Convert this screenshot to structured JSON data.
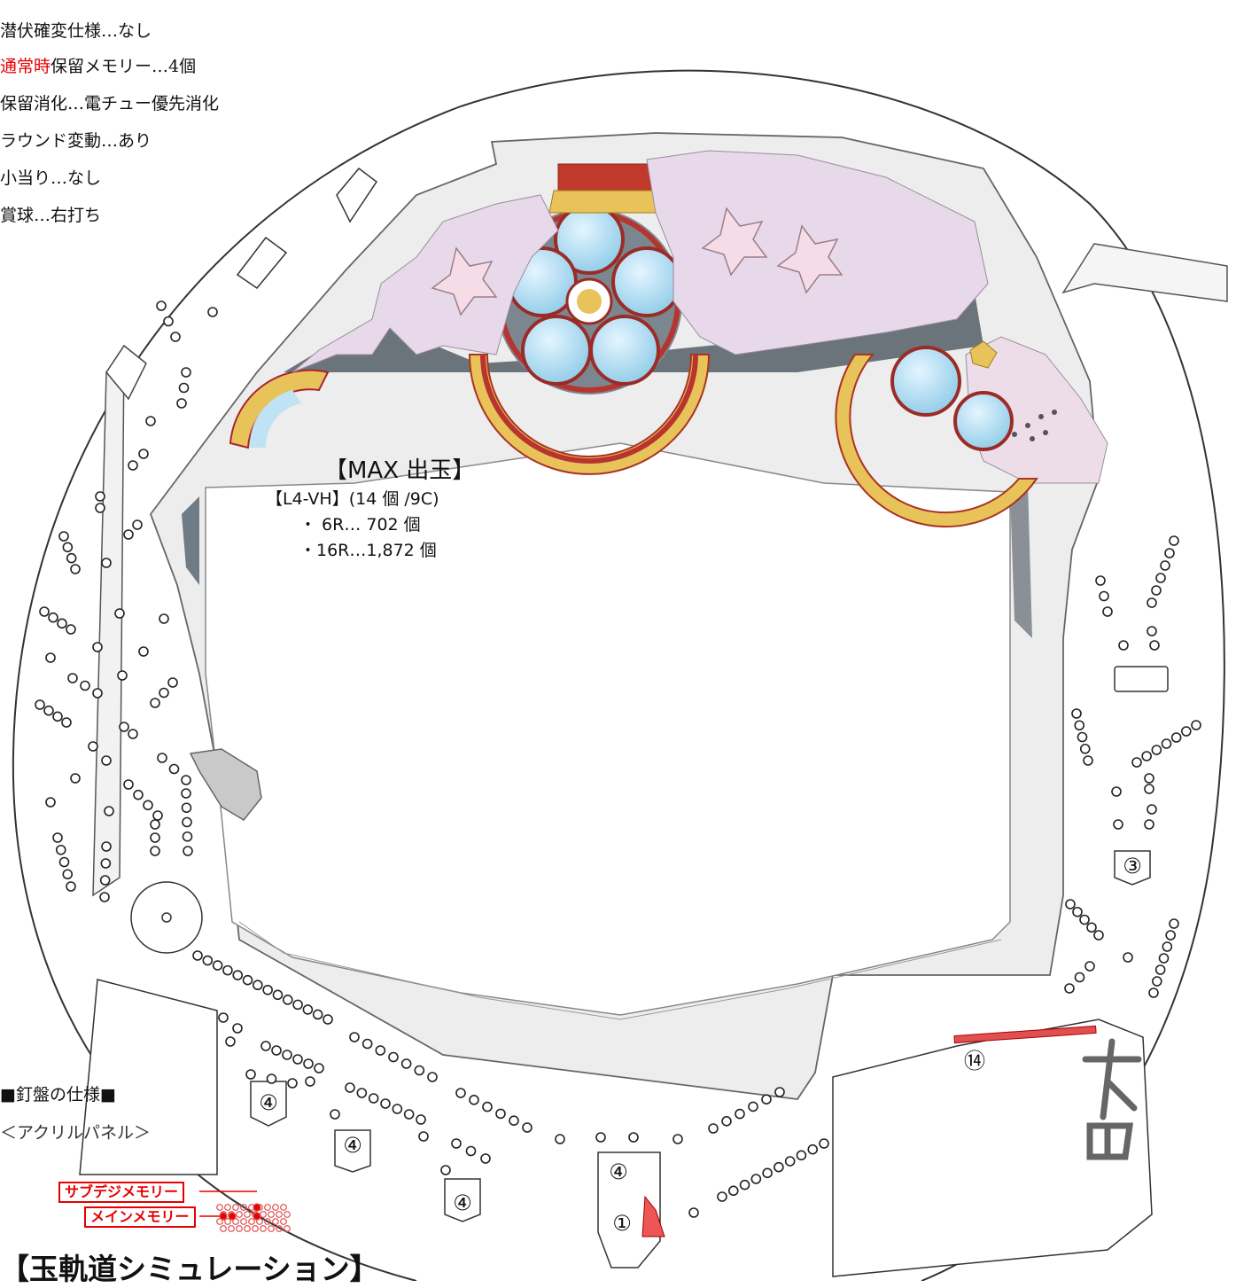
{
  "specs": {
    "line0_prefix": "",
    "line0_value": "",
    "line1": "潜伏確変仕様…なし",
    "line2_red": "通常時",
    "line2_rest": "保留メモリー…4個",
    "line3": "保留消化…電チュー優先消化",
    "line4": "ラウンド変動…あり",
    "line5": "小当り…なし",
    "line6": "賞球…右打ち"
  },
  "max_output": {
    "title": "【MAX 出玉】",
    "line1": "【L4-VH】(14 個 /9C)",
    "line2": "・ 6R…  702 個",
    "line3": "・16R…1,872 個"
  },
  "panel": {
    "title": "■釘盤の仕様■",
    "subtitle": "＜アクリルパネル＞"
  },
  "memory": {
    "sub": "サブデジメモリー",
    "main": "メインメモリー"
  },
  "simulation_title": "【玉軌道シミュレーション】",
  "pocket_labels": [
    "④",
    "④",
    "④",
    "④",
    "①",
    "③",
    "⑭"
  ],
  "colors": {
    "sakura": "#e8d9ea",
    "glass": "#bfe3f5",
    "gold": "#e8c35a",
    "red": "#b8342f",
    "memory_red": "#e60000",
    "rail": "#e3e3e3"
  }
}
